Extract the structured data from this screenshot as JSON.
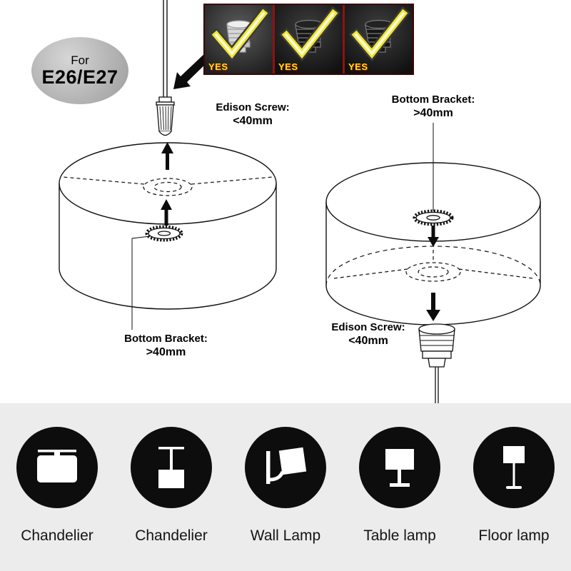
{
  "badge": {
    "line1": "For",
    "line2": "E26/E27"
  },
  "photo_strip": {
    "items": [
      {
        "socket": "white-socket",
        "yes_label": "YES"
      },
      {
        "socket": "black-socket",
        "yes_label": "YES"
      },
      {
        "socket": "black-socket",
        "yes_label": "YES"
      }
    ]
  },
  "annotations": {
    "pendant_socket": {
      "line1": "Edison Screw:",
      "line2": "<40mm"
    },
    "right_top_bracket": {
      "line1": "Bottom Bracket:",
      "line2": ">40mm"
    },
    "left_bottom_bracket": {
      "line1": "Bottom Bracket:",
      "line2": ">40mm"
    },
    "right_bottom_socket": {
      "line1": "Edison Screw:",
      "line2": "<40mm"
    }
  },
  "lamp_types": [
    {
      "label": "Chandelier",
      "icon": "flush-ceiling-lamp-icon"
    },
    {
      "label": "Chandelier",
      "icon": "pendant-lamp-icon"
    },
    {
      "label": "Wall Lamp",
      "icon": "wall-lamp-icon"
    },
    {
      "label": "Table lamp",
      "icon": "table-lamp-icon"
    },
    {
      "label": "Floor lamp",
      "icon": "floor-lamp-icon"
    }
  ],
  "colors": {
    "yes_text": "#ffe600",
    "checkmark": "#f2e72e",
    "band_background": "#ececec",
    "type_circle": "#0d0d0d",
    "line_art": "#111111"
  }
}
